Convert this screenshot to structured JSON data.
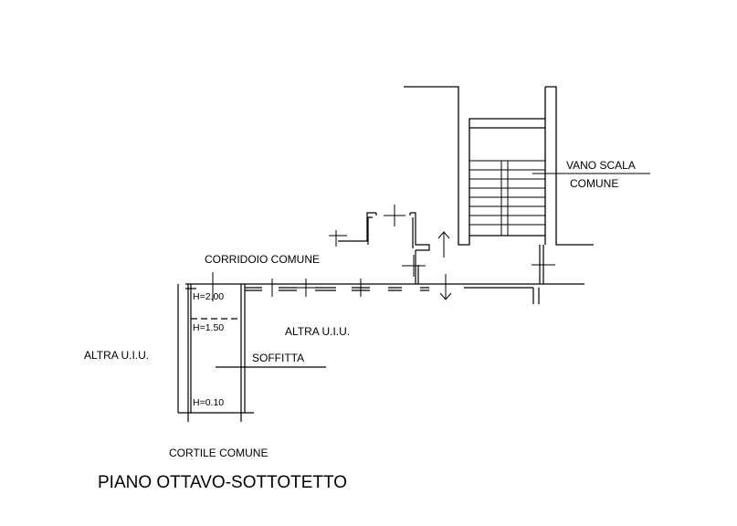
{
  "labels": {
    "vano_scala_1": "VANO SCALA",
    "vano_scala_2": "COMUNE",
    "corridoio": "CORRIDOIO COMUNE",
    "altra_uiu_right": "ALTRA U.I.U.",
    "altra_uiu_left": "ALTRA U.I.U.",
    "soffitta": "SOFFITTA",
    "h_200": "H=2.00",
    "h_150": "H=1.50",
    "h_010": "H=0.10",
    "cortile": "CORTILE COMUNE",
    "title": "PIANO OTTAVO-SOTTOTETTO"
  }
}
